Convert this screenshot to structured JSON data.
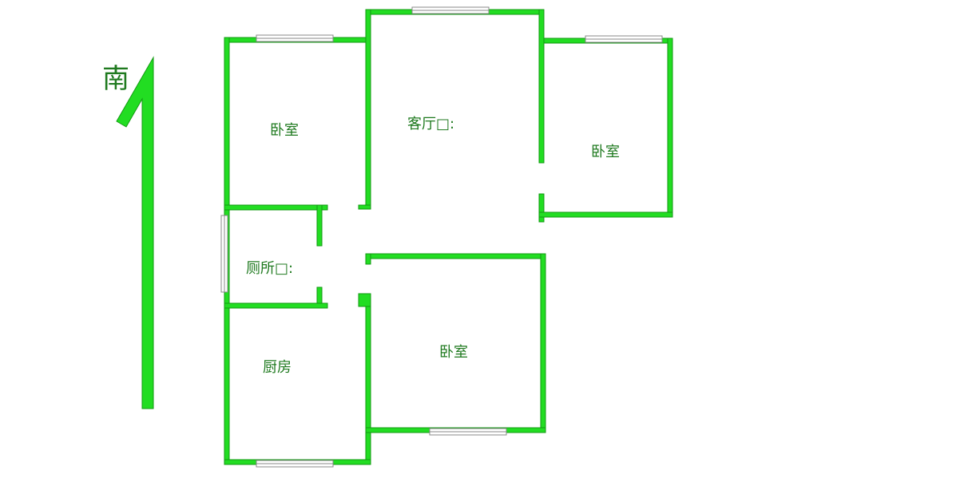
{
  "compass": {
    "label": "南"
  },
  "rooms": {
    "bedroom_top_left": "卧室",
    "living_room": "客厅□:",
    "bedroom_right": "卧室",
    "toilet": "厕所□:",
    "kitchen": "厨房",
    "bedroom_bottom": "卧室"
  },
  "colors": {
    "wall": "#22dd22",
    "wall_outline": "#129912",
    "text": "#1f7a1f",
    "window_frame": "#888888",
    "background": "#ffffff"
  }
}
